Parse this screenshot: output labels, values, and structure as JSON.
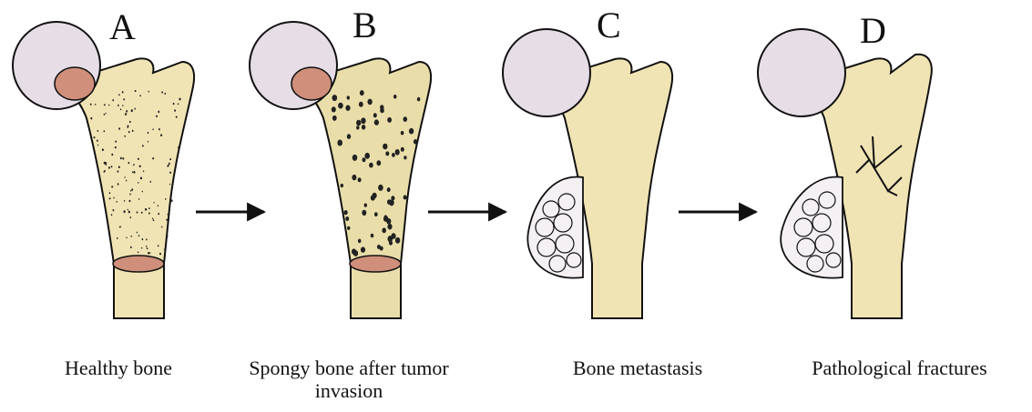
{
  "panels": [
    {
      "letter": "A",
      "caption": "Healthy bone"
    },
    {
      "letter": "B",
      "caption": "Spongy bone after tumor invasion"
    },
    {
      "letter": "C",
      "caption": "Bone metastasis"
    },
    {
      "letter": "D",
      "caption": "Pathological fractures"
    }
  ],
  "colors": {
    "head": "#e6dde6",
    "shaft": "#f1e4b4",
    "cut": "#cf8f7a",
    "outline": "#111111",
    "tumor": "#f4f0f4"
  }
}
